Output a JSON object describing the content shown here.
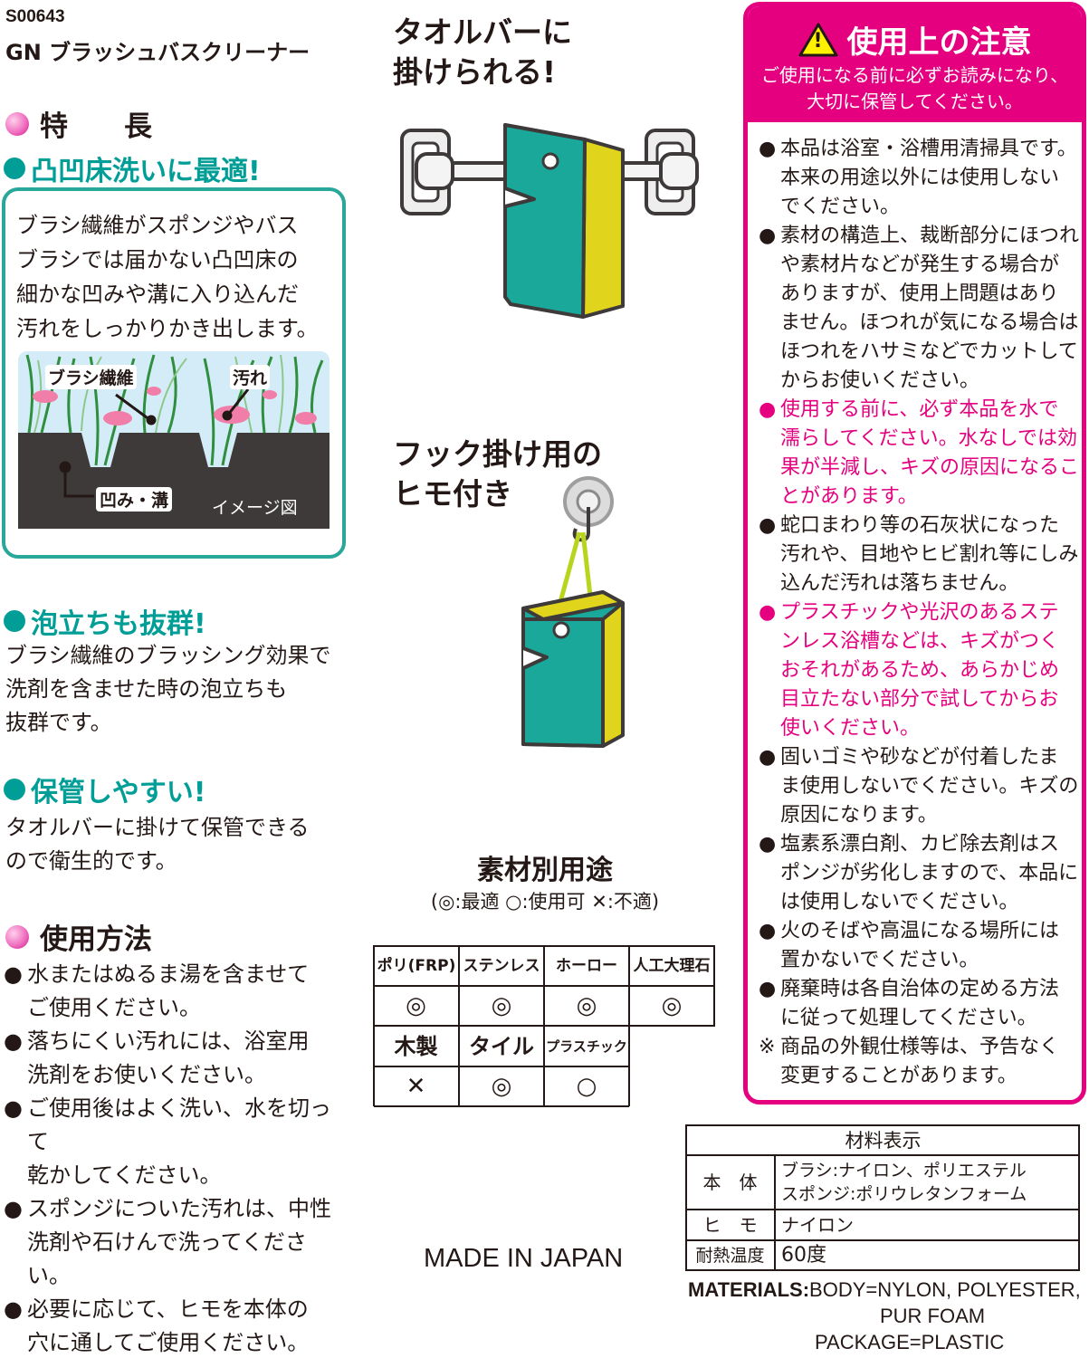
{
  "header": {
    "code": "S00643",
    "product_name": "GN ブラッシュバスクリーナー"
  },
  "features": {
    "heading": "特　　長",
    "items": [
      {
        "title": "凸凹床洗いに最適!",
        "text": [
          "ブラシ繊維がスポンジやバス",
          "ブラシでは届かない凸凹床の",
          "細かな凹みや溝に入り込んだ",
          "汚れをしっかりかき出します。"
        ]
      },
      {
        "title": "泡立ちも抜群!",
        "text": [
          "ブラシ繊維のブラッシング効果で",
          "洗剤を含ませた時の泡立ちも",
          "抜群です。"
        ]
      },
      {
        "title": "保管しやすい!",
        "text": [
          "タオルバーに掛けて保管できる",
          "ので衛生的です。"
        ]
      }
    ],
    "illustration": {
      "label_fiber": "ブラシ繊維",
      "label_dirt": "汚れ",
      "label_groove": "凹み・溝",
      "label_image": "イメージ図"
    }
  },
  "usage": {
    "heading": "使用方法",
    "bullet": "●",
    "items": [
      [
        "水またはぬるま湯を含ませて",
        "ご使用ください。"
      ],
      [
        "落ちにくい汚れには、浴室用",
        "洗剤をお使いください。"
      ],
      [
        "ご使用後はよく洗い、水を切って",
        "乾かしてください。"
      ],
      [
        "スポンジについた汚れは、中性",
        "洗剤や石けんで洗ってください。"
      ],
      [
        "必要に応じて、ヒモを本体の",
        "穴に通してご使用ください。"
      ]
    ]
  },
  "middle": {
    "towel_bar": [
      "タオルバーに",
      "掛けられる!"
    ],
    "hook": [
      "フック掛け用の",
      "ヒモ付き"
    ],
    "table_title": "素材別用途",
    "table_legend": "(◎:最適 ○:使用可 ✕:不適)",
    "table_rows": [
      {
        "headers": [
          "ポリ(FRP)",
          "ステンレス",
          "ホーロー",
          "人工大理石"
        ],
        "values": [
          "◎",
          "◎",
          "◎",
          "◎"
        ]
      },
      {
        "headers": [
          "木製",
          "タイル",
          "プラスチック"
        ],
        "values": [
          "✕",
          "◎",
          "○"
        ]
      }
    ],
    "made_in": "MADE IN JAPAN"
  },
  "caution": {
    "title": "使用上の注意",
    "warning_icon": "!",
    "subtitle": [
      "ご使用になる前に必ずお読みになり、",
      "大切に保管してください。"
    ],
    "bullet": "●",
    "note_mark": "※",
    "items": [
      {
        "pink": false,
        "lines": [
          "本品は浴室・浴槽用清掃具です。",
          "本来の用途以外には使用しない",
          "でください。"
        ]
      },
      {
        "pink": false,
        "lines": [
          "素材の構造上、裁断部分にほつれ",
          "や素材片などが発生する場合が",
          "ありますが、使用上問題はあり",
          "ません。ほつれが気になる場合は",
          "ほつれをハサミなどでカットして",
          "からお使いください。"
        ]
      },
      {
        "pink": true,
        "lines": [
          "使用する前に、必ず本品を水で",
          "濡らしてください。水なしでは効",
          "果が半減し、キズの原因になるこ",
          "とがあります。"
        ]
      },
      {
        "pink": false,
        "lines": [
          "蛇口まわり等の石灰状になった",
          "汚れや、目地やヒビ割れ等にしみ",
          "込んだ汚れは落ちません。"
        ]
      },
      {
        "pink": true,
        "lines": [
          "プラスチックや光沢のあるステ",
          "ンレス浴槽などは、キズがつく",
          "おそれがあるため、あらかじめ",
          "目立たない部分で試してからお",
          "使いください。"
        ]
      },
      {
        "pink": false,
        "lines": [
          "固いゴミや砂などが付着したま",
          "ま使用しないでください。キズの",
          "原因になります。"
        ]
      },
      {
        "pink": false,
        "lines": [
          "塩素系漂白剤、カビ除去剤はス",
          "ポンジが劣化しますので、本品に",
          "は使用しないでください。"
        ]
      },
      {
        "pink": false,
        "lines": [
          "火のそばや高温になる場所には",
          "置かないでください。"
        ]
      },
      {
        "pink": false,
        "lines": [
          "廃棄時は各自治体の定める方法",
          "に従って処理してください。"
        ]
      }
    ],
    "note": [
      "商品の外観仕様等は、予告なく",
      "変更することがあります。"
    ]
  },
  "materials_display": {
    "title": "材料表示",
    "rows": [
      {
        "label": "本　体",
        "value": [
          "ブラシ:ナイロン、ポリエステル",
          "スポンジ:ポリウレタンフォーム"
        ]
      },
      {
        "label": "ヒ　モ",
        "value": [
          "ナイロン"
        ]
      },
      {
        "label": "耐熱温度",
        "value": [
          "60度"
        ]
      }
    ]
  },
  "english": {
    "label": "MATERIALS:",
    "line1": "BODY=NYLON, POLYESTER,",
    "line2": "PUR FOAM",
    "line3": "PACKAGE=PLASTIC"
  },
  "colors": {
    "pink": "#e4007f",
    "teal": "#009e96",
    "sponge_teal": "#1aa89a",
    "sponge_yellow": "#e0d41c"
  }
}
